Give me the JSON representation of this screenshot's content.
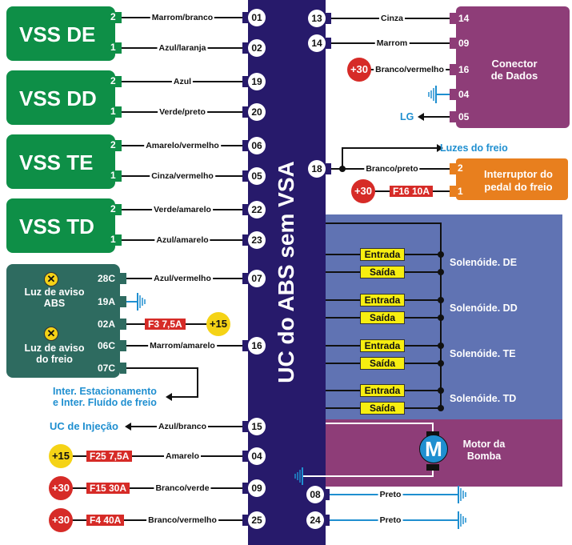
{
  "ecu": {
    "title": "UC do ABS sem VSA"
  },
  "vss_sensors": [
    {
      "name": "VSS DE",
      "pins": [
        {
          "pin": "2",
          "wire": "Marrom/branco",
          "ecu_pin": "01"
        },
        {
          "pin": "1",
          "wire": "Azul/laranja",
          "ecu_pin": "02"
        }
      ]
    },
    {
      "name": "VSS DD",
      "pins": [
        {
          "pin": "2",
          "wire": "Azul",
          "ecu_pin": "19"
        },
        {
          "pin": "1",
          "wire": "Verde/preto",
          "ecu_pin": "20"
        }
      ]
    },
    {
      "name": "VSS TE",
      "pins": [
        {
          "pin": "2",
          "wire": "Amarelo/vermelho",
          "ecu_pin": "06"
        },
        {
          "pin": "1",
          "wire": "Cinza/vermelho",
          "ecu_pin": "05"
        }
      ]
    },
    {
      "name": "VSS TD",
      "pins": [
        {
          "pin": "2",
          "wire": "Verde/amarelo",
          "ecu_pin": "22"
        },
        {
          "pin": "1",
          "wire": "Azul/amarelo",
          "ecu_pin": "23"
        }
      ]
    }
  ],
  "panel": {
    "lamp_abs": "Luz de aviso ABS",
    "lamp_abs_l1": "Luz de aviso",
    "lamp_abs_l2": "ABS",
    "lamp_brake_l1": "Luz de aviso",
    "lamp_brake_l2": "do freio",
    "pins": [
      {
        "pin": "28C",
        "wire": "Azul/vermelho",
        "ecu_pin": "07"
      },
      {
        "pin": "19A",
        "wire": "",
        "target": "ground"
      },
      {
        "pin": "02A",
        "fuse": "F3 7,5A",
        "supply": "+15"
      },
      {
        "pin": "06C",
        "wire": "Marrom/amarelo",
        "ecu_pin": "16"
      },
      {
        "pin": "07C",
        "target_l1": "Inter. Estacionamento",
        "target_l2": "e Inter. Fluído de freio"
      }
    ]
  },
  "left_bottom": [
    {
      "target": "UC de Injeção",
      "wire": "Azul/branco",
      "ecu_pin": "15"
    },
    {
      "supply": "+15",
      "fuse": "F25 7,5A",
      "wire": "Amarelo",
      "ecu_pin": "04"
    },
    {
      "supply": "+30",
      "fuse": "F15 30A",
      "wire": "Branco/verde",
      "ecu_pin": "09"
    },
    {
      "supply": "+30",
      "fuse": "F4 40A",
      "wire": "Branco/vermelho",
      "ecu_pin": "25"
    }
  ],
  "data_connector": {
    "title_l1": "Conector",
    "title_l2": "de Dados",
    "pins": [
      {
        "ecu_pin": "13",
        "wire": "Cinza",
        "pin": "14"
      },
      {
        "ecu_pin": "14",
        "wire": "Marrom",
        "pin": "09"
      },
      {
        "supply": "+30",
        "wire": "Branco/vermelho",
        "pin": "16"
      },
      {
        "target": "ground",
        "pin": "04"
      },
      {
        "target": "LG",
        "pin": "05"
      }
    ]
  },
  "brake_switch": {
    "title_l1": "Interruptor do",
    "title_l2": "pedal do freio",
    "ecu_pin": "18",
    "brake_lights": "Luzes do freio",
    "wire": "Branco/preto",
    "pin2": "2",
    "pin1": "1",
    "supply": "+30",
    "fuse": "F16 10A"
  },
  "solenoids": {
    "entrada": "Entrada",
    "saida": "Saída",
    "items": [
      "Solenóide. DE",
      "Solenóide. DD",
      "Solenóide. TE",
      "Solenóide. TD"
    ]
  },
  "motor": {
    "symbol": "M",
    "title_l1": "Motor da",
    "title_l2": "Bomba"
  },
  "grounds": [
    {
      "ecu_pin": "08",
      "wire": "Preto"
    },
    {
      "ecu_pin": "24",
      "wire": "Preto"
    }
  ],
  "colors": {
    "ecu": "#271a6b",
    "vss": "#0e8f47",
    "panel": "#2e6b60",
    "connector": "#8e3d78",
    "switch": "#e87f1e",
    "solenoid_block": "#6073b3",
    "motor_block": "#8e3d78",
    "fuse": "#d62b27",
    "plus15": "#f5d316",
    "ground": "#1f8fd0"
  }
}
